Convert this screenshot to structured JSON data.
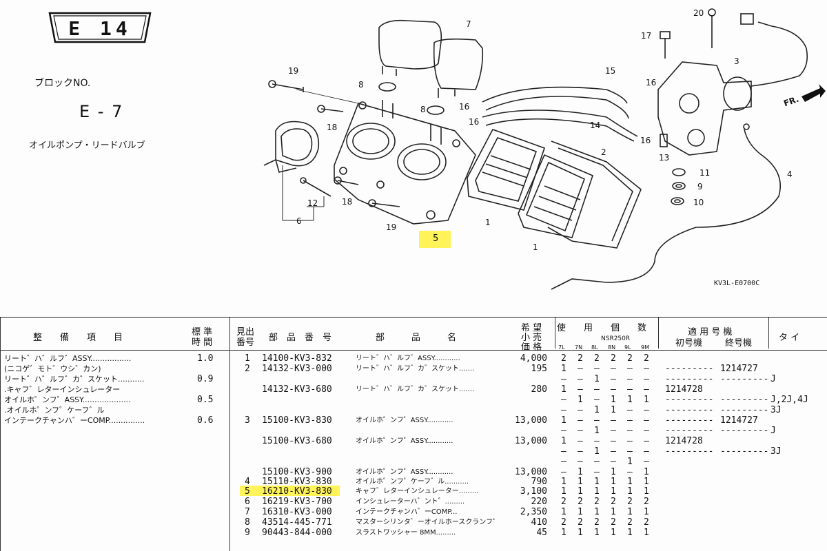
{
  "section_badge": "E 14",
  "block_label": "ブロックNO.",
  "block_no": "E - 7",
  "block_title": "オイルポンプ・リードバルブ",
  "diagram": {
    "ref_code": "KV3L-E0700C",
    "front_label": "FR.",
    "callouts": [
      {
        "id": "c19a",
        "text": "19"
      },
      {
        "id": "c7",
        "text": "7"
      },
      {
        "id": "c8a",
        "text": "8"
      },
      {
        "id": "c8b",
        "text": "8"
      },
      {
        "id": "c18a",
        "text": "18"
      },
      {
        "id": "c16a",
        "text": "16"
      },
      {
        "id": "c16b",
        "text": "16"
      },
      {
        "id": "c15",
        "text": "15"
      },
      {
        "id": "c14",
        "text": "14"
      },
      {
        "id": "c2",
        "text": "2"
      },
      {
        "id": "c17",
        "text": "17"
      },
      {
        "id": "c20",
        "text": "20"
      },
      {
        "id": "c3",
        "text": "3"
      },
      {
        "id": "c16c",
        "text": "16"
      },
      {
        "id": "c16d",
        "text": "16"
      },
      {
        "id": "c13",
        "text": "13"
      },
      {
        "id": "c11",
        "text": "11"
      },
      {
        "id": "c9",
        "text": "9"
      },
      {
        "id": "c10",
        "text": "10"
      },
      {
        "id": "c4",
        "text": "4"
      },
      {
        "id": "c12",
        "text": "12"
      },
      {
        "id": "c6",
        "text": "6"
      },
      {
        "id": "c18b",
        "text": "18"
      },
      {
        "id": "c19b",
        "text": "19"
      },
      {
        "id": "c5",
        "text": "5"
      },
      {
        "id": "c1a",
        "text": "1"
      },
      {
        "id": "c1b",
        "text": "1"
      }
    ]
  },
  "table": {
    "headers": {
      "maint_item": "整　　備　　項　　目",
      "std_time_1": "標 準",
      "std_time_2": "時 間",
      "ref_no_1": "見出",
      "ref_no_2": "番号",
      "part_no": "部　品　番　号",
      "part_name": "部　　　品　　　名",
      "price_1": "希 望",
      "price_2": "小 売",
      "price_3": "価 格",
      "qty_title": "使　　用　　個　　数",
      "model_group": "NSR250R",
      "models": [
        "7L",
        "7N",
        "8L",
        "8N",
        "9L",
        "9M"
      ],
      "apply_title": "適 用 号 機",
      "first_no": "初号機",
      "last_no": "終号機",
      "type": "タ イ"
    },
    "maintenance": [
      {
        "item": "リート゛ハ゛ルフ゛ASSY.................",
        "time": "1.0"
      },
      {
        "item": "(ニコゲ゛モト゛ウシ゛カン)",
        "time": ""
      },
      {
        "item": "リート゛ハ゛ルフ゛カ゛スケット...........",
        "time": "0.9"
      },
      {
        "item": ".キャフ゛レターインシュレーター",
        "time": ""
      },
      {
        "item": "オイルホ゜ンフ゜ASSY....................",
        "time": "0.5"
      },
      {
        "item": ".オイルホ゜ンフ゜ケーフ゛ル",
        "time": ""
      },
      {
        "item": "インテークチャンハ゛ーCOMP...............",
        "time": "0.6"
      }
    ],
    "rows": [
      {
        "ref": "1",
        "part": "14100-KV3-832",
        "name": "リート゛ハ゛ルフ゛ASSY............",
        "price": "4,000",
        "q": [
          "2",
          "2",
          "2",
          "2",
          "2",
          "2"
        ],
        "first": "",
        "last": "",
        "type": ""
      },
      {
        "ref": "2",
        "part": "14132-KV3-000",
        "name": "リート゛ハ゛ルフ゛カ゛スケット.......",
        "price": "195",
        "q": [
          "1",
          "–",
          "–",
          "–",
          "–",
          "–"
        ],
        "first": "---------",
        "last": "1214727",
        "type": ""
      },
      {
        "ref": "",
        "part": "",
        "name": "",
        "price": "",
        "q": [
          "–",
          "–",
          "1",
          "–",
          "–",
          "–"
        ],
        "first": "---------",
        "last": "---------",
        "type": "J"
      },
      {
        "ref": "",
        "part": "14132-KV3-680",
        "name": "リート゛ハ゛ルフ゛カ゛スケット.......",
        "price": "280",
        "q": [
          "1",
          "–",
          "–",
          "–",
          "–",
          "–"
        ],
        "first": "1214728",
        "last": "",
        "type": ""
      },
      {
        "ref": "",
        "part": "",
        "name": "",
        "price": "",
        "q": [
          "–",
          "1",
          "–",
          "1",
          "1",
          "1"
        ],
        "first": "---------",
        "last": "---------",
        "type": "J,2J,4J"
      },
      {
        "ref": "",
        "part": "",
        "name": "",
        "price": "",
        "q": [
          "–",
          "–",
          "1",
          "1",
          "–",
          "–"
        ],
        "first": "---------",
        "last": "---------",
        "type": "3J"
      },
      {
        "ref": "3",
        "part": "15100-KV3-830",
        "name": "オイルホ゜ンフ゜ASSY............",
        "price": "13,000",
        "q": [
          "1",
          "–",
          "–",
          "–",
          "–",
          "–"
        ],
        "first": "---------",
        "last": "1214727",
        "type": ""
      },
      {
        "ref": "",
        "part": "",
        "name": "",
        "price": "",
        "q": [
          "–",
          "–",
          "1",
          "–",
          "–",
          "–"
        ],
        "first": "---------",
        "last": "---------",
        "type": "J"
      },
      {
        "ref": "",
        "part": "15100-KV3-680",
        "name": "オイルホ゜ンフ゜ASSY............",
        "price": "13,000",
        "q": [
          "1",
          "–",
          "–",
          "–",
          "–",
          "–"
        ],
        "first": "1214728",
        "last": "",
        "type": ""
      },
      {
        "ref": "",
        "part": "",
        "name": "",
        "price": "",
        "q": [
          "–",
          "–",
          "1",
          "–",
          "–",
          "–"
        ],
        "first": "---------",
        "last": "---------",
        "type": "3J"
      },
      {
        "ref": "",
        "part": "",
        "name": "",
        "price": "",
        "q": [
          "–",
          "–",
          "–",
          "–",
          "1",
          "–"
        ],
        "first": "",
        "last": "",
        "type": ""
      },
      {
        "ref": "",
        "part": "15100-KV3-900",
        "name": "オイルホ゜ンフ゜ASSY............",
        "price": "13,000",
        "q": [
          "–",
          "1",
          "–",
          "1",
          "–",
          "1"
        ],
        "first": "",
        "last": "",
        "type": ""
      },
      {
        "ref": "4",
        "part": "15110-KV3-830",
        "name": "オイルホ゜ンフ゜ケーフ゛ル...........",
        "price": "790",
        "q": [
          "1",
          "1",
          "1",
          "1",
          "1",
          "1"
        ],
        "first": "",
        "last": "",
        "type": ""
      },
      {
        "ref": "5",
        "part": "16210-KV3-830",
        "name": "キャフ゛レターインシュレーター.........",
        "price": "3,100",
        "q": [
          "1",
          "1",
          "1",
          "1",
          "1",
          "1"
        ],
        "first": "",
        "last": "",
        "type": "",
        "highlight": true
      },
      {
        "ref": "6",
        "part": "16219-KV3-700",
        "name": "インシュレーターハ゛ント゛.........",
        "price": "220",
        "q": [
          "2",
          "2",
          "2",
          "2",
          "2",
          "2"
        ],
        "first": "",
        "last": "",
        "type": ""
      },
      {
        "ref": "7",
        "part": "16310-KV3-000",
        "name": "インテークチャンハ゛ーCOMP...",
        "price": "2,350",
        "q": [
          "1",
          "1",
          "1",
          "1",
          "1",
          "1"
        ],
        "first": "",
        "last": "",
        "type": ""
      },
      {
        "ref": "8",
        "part": "43514-445-771",
        "name": "マスターシリンタ゛ーオイルホースクランフ゜....",
        "price": "410",
        "q": [
          "2",
          "2",
          "2",
          "2",
          "2",
          "2"
        ],
        "first": "",
        "last": "",
        "type": ""
      },
      {
        "ref": "9",
        "part": "90443-844-000",
        "name": "スラストワッシャー 8MM.........",
        "price": "45",
        "q": [
          "1",
          "1",
          "1",
          "1",
          "1",
          "1"
        ],
        "first": "",
        "last": "",
        "type": ""
      }
    ]
  }
}
